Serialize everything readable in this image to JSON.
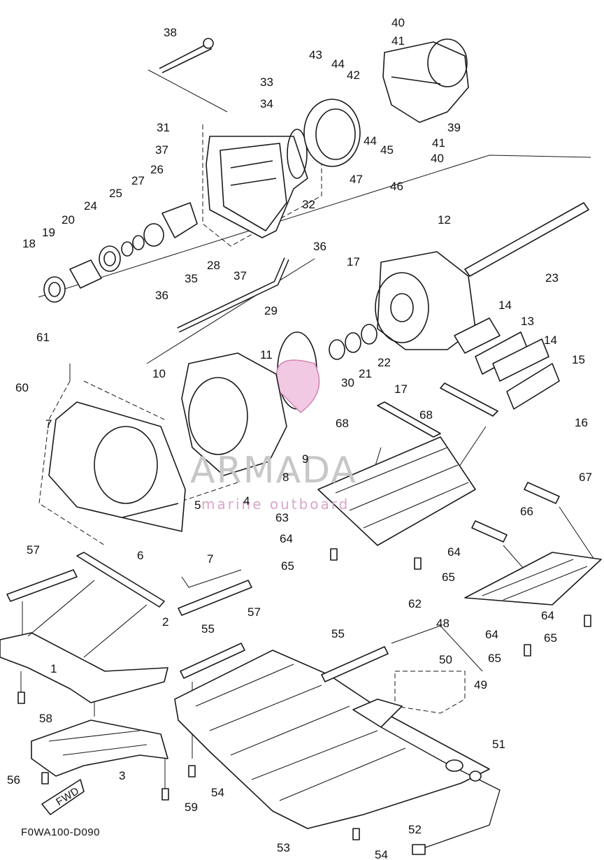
{
  "diagram": {
    "drawing_code": "F0WA100-D090",
    "watermark": {
      "brand": "ARMADA",
      "tagline": "marine outboard"
    },
    "direction_arrow_label": "FWD",
    "callouts": [
      "1",
      "2",
      "3",
      "4",
      "5",
      "6",
      "7",
      "7",
      "8",
      "9",
      "10",
      "11",
      "12",
      "13",
      "14",
      "14",
      "15",
      "16",
      "17",
      "17",
      "18",
      "19",
      "20",
      "21",
      "22",
      "23",
      "24",
      "25",
      "26",
      "27",
      "28",
      "29",
      "30",
      "31",
      "32",
      "33",
      "34",
      "35",
      "36",
      "36",
      "37",
      "37",
      "38",
      "39",
      "40",
      "40",
      "41",
      "41",
      "42",
      "43",
      "44",
      "44",
      "45",
      "46",
      "47",
      "48",
      "49",
      "50",
      "51",
      "52",
      "53",
      "54",
      "54",
      "55",
      "55",
      "56",
      "57",
      "57",
      "58",
      "59",
      "60",
      "61",
      "62",
      "63",
      "64",
      "64",
      "64",
      "64",
      "65",
      "65",
      "65",
      "65",
      "66",
      "67",
      "68",
      "68"
    ]
  }
}
